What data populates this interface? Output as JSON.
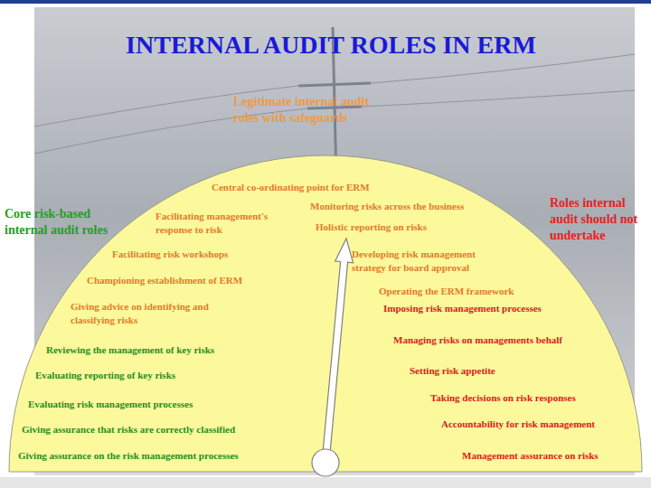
{
  "diagram": {
    "title": "INTERNAL AUDIT ROLES IN ERM",
    "nodes": [
      {
        "text": [
          "Central co-ordinating point for ERM",
          "Monitoring risks across the business",
          "Facilitating management's response to risk",
          "Holistic reporting on risks",
          "Facilitating risk workshops",
          "Developing risk management strategy for board approval",
          "Championing establishment of ERM",
          "Operating the ERM framework",
          "Giving advice on identifying and classifying risks",
          "Imposing risk management processes",
          "Managing risks on managements behalf",
          "Reviewing the management of key risks",
          "Setting risk appetite",
          "Evaluating reporting of key risks",
          "Taking decisions on risk responses",
          "Evaluating risk management processes",
          "Accountability for risk management",
          "Giving assurance that risks are correctly classified",
          "Management assurance on risks",
          "Giving assurance on the risk management processes"
        ]
      }
    ],
    "labels": [
      "Legitimate internal audit roles with safeguards",
      "Core risk-based internal audit roles",
      "Roles internal audit should not undertake"
    ]
  }
}
